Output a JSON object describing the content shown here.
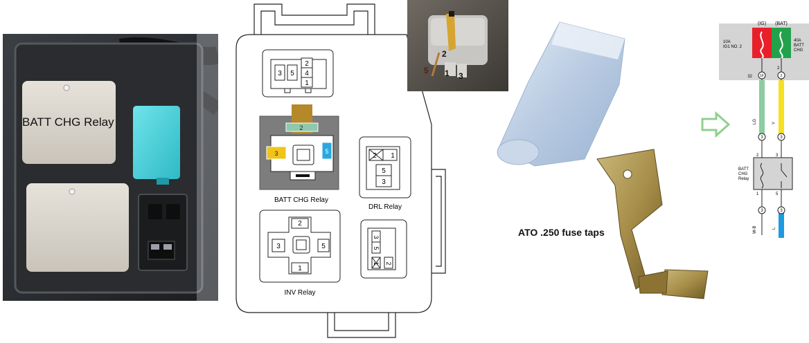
{
  "photo_relay_box": {
    "label": "BATT CHG Relay"
  },
  "fuse_box_diagram": {
    "batt_chg_relay": {
      "title": "BATT CHG Relay",
      "pins": {
        "p2": "2",
        "p3": "3",
        "p5": "5"
      }
    },
    "drl_relay": {
      "title": "DRL Relay",
      "pins": {
        "p2": "2",
        "p1": "1",
        "p5": "5",
        "p3": "3"
      }
    },
    "inv_relay": {
      "title": "INV Relay",
      "pins": {
        "p2": "2",
        "p3": "3",
        "p5": "5",
        "p1": "1"
      }
    },
    "top_relay": {
      "pins": {
        "p3": "3",
        "p5": "5",
        "p2": "2",
        "p4": "4",
        "p1": "1"
      }
    },
    "small_relay": {
      "pins": {
        "p3": "3",
        "p5": "5",
        "p2": "2",
        "p1": "1"
      }
    }
  },
  "relay_photo": {
    "pins": {
      "p2": "2",
      "p5": "5",
      "p1": "1",
      "p3": "3"
    }
  },
  "fuse_taps": {
    "caption": "ATO .250 fuse taps"
  },
  "wiring_diagram": {
    "ig_label": "(IG)",
    "bat_label": "(BAT)",
    "left_fuse_amp": "10A",
    "left_fuse_name": "IG1 NO. 2",
    "right_fuse_amp": "40A",
    "right_fuse_name_1": "BATT",
    "right_fuse_name_2": "CHG",
    "pin_32": "32",
    "pin_1f": "1F",
    "pin_2_top": "2",
    "pin_2_bottom": "2",
    "wire_lg": "LG",
    "wire_y": "Y",
    "conn_left_top": "3",
    "conn_right_top": "3",
    "relay_name_1": "BATT",
    "relay_name_2": "CHG",
    "relay_name_3": "Relay",
    "relay_pin_2": "2",
    "relay_pin_3": "3",
    "relay_pin_1": "1",
    "relay_pin_5": "5",
    "conn_left_bottom": "3",
    "conn_right_bottom": "3",
    "wire_wb": "W-B",
    "wire_l": "L",
    "colors": {
      "ig_fuse": "#e8202a",
      "bat_fuse": "#22a24a",
      "wire_lg": "#8ccca0",
      "wire_y": "#f7e020",
      "wire_l": "#1e9ae0",
      "arrow": "#8fd08f"
    }
  }
}
